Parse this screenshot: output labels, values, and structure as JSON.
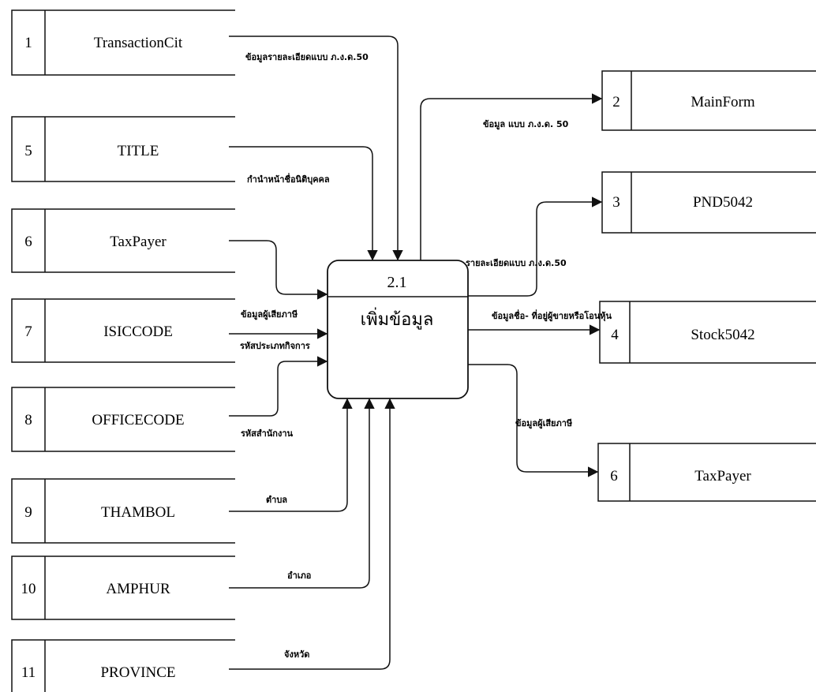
{
  "process": {
    "id": "2.1",
    "name": "เพิ่มข้อมูล"
  },
  "sources": [
    {
      "id": "1",
      "name": "TransactionCit"
    },
    {
      "id": "5",
      "name": "TITLE"
    },
    {
      "id": "6",
      "name": "TaxPayer"
    },
    {
      "id": "7",
      "name": "ISICCODE"
    },
    {
      "id": "8",
      "name": "OFFICECODE"
    },
    {
      "id": "9",
      "name": "THAMBOL"
    },
    {
      "id": "10",
      "name": "AMPHUR"
    },
    {
      "id": "11",
      "name": "PROVINCE"
    }
  ],
  "targets": [
    {
      "id": "2",
      "name": "MainForm"
    },
    {
      "id": "3",
      "name": "PND5042"
    },
    {
      "id": "4",
      "name": "Stock5042"
    },
    {
      "id": "6",
      "name": "TaxPayer"
    }
  ],
  "flows": {
    "transaction": "ข้อมูลรายละเอียดแบบ ภ.ง.ด.50",
    "title": "กำนำหน้าชื่อนิติบุคคล",
    "taxpayer_in": "ข้อมูลผู้เสียภาษี",
    "isic": "รหัสประเภทกิจการ",
    "office": "รหัสสำนักงาน",
    "thambol": "ตำบล",
    "amphur": "อำเภอ",
    "province": "จังหวัด",
    "mainform": "ข้อมูล แบบ ภ.ง.ด. 50",
    "pnd": "รายละเอียดแบบ ภ.ง.ด.50",
    "stock": "ข้อมูลชื่อ- ที่อยู่ผู้ขายหรือโอนหุ้น",
    "taxpayer_out": "ข้อมูลผู้เสียภาษี"
  }
}
